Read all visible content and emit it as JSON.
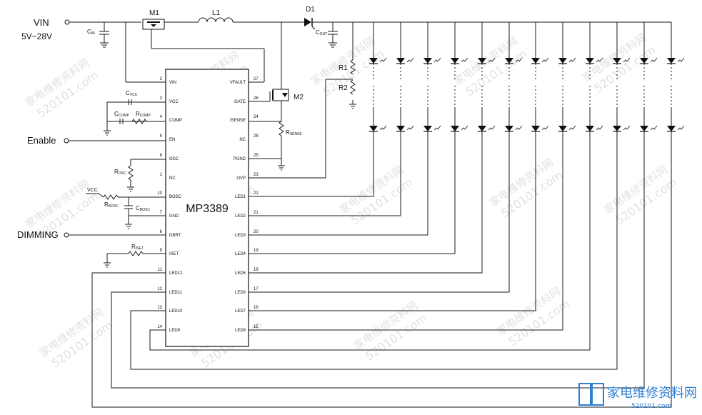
{
  "vin": {
    "label": "VIN",
    "range": "5V~28V"
  },
  "components": {
    "m1": "M1",
    "l1": "L1",
    "d1": "D1",
    "m2": "M2",
    "cin": "C",
    "cin_sub": "IN",
    "cout": "C",
    "cout_sub": "OUT",
    "r1": "R1",
    "r2": "R2",
    "cvcc": "C",
    "cvcc_sub": "VCC",
    "ccomp": "C",
    "ccomp_sub": "COMP",
    "rcomp": "R",
    "rcomp_sub": "COMP",
    "rsense": "R",
    "rsense_sub": "SENSE",
    "rosc": "R",
    "rosc_sub": "OSC",
    "vcc_label": "VCC",
    "rbosc": "R",
    "rbosc_sub": "BOSC",
    "cbosc": "C",
    "cbosc_sub": "BOSC",
    "riset": "R",
    "riset_sub": "ISET"
  },
  "inputs": {
    "enable": "Enable",
    "dimming": "DIMMING"
  },
  "chip": {
    "name": "MP3389",
    "left_pins": [
      {
        "num": "2",
        "name": "VIN"
      },
      {
        "num": "3",
        "name": "VCC"
      },
      {
        "num": "4",
        "name": "COMP"
      },
      {
        "num": "5",
        "name": "EN"
      },
      {
        "num": "8",
        "name": "OSC"
      },
      {
        "num": "1",
        "name": "NC"
      },
      {
        "num": "10",
        "name": "BOSC"
      },
      {
        "num": "7",
        "name": "GND"
      },
      {
        "num": "6",
        "name": "DBRT"
      },
      {
        "num": "9",
        "name": "ISET"
      },
      {
        "num": "11",
        "name": "LED12"
      },
      {
        "num": "12",
        "name": "LED11"
      },
      {
        "num": "13",
        "name": "LED10"
      },
      {
        "num": "14",
        "name": "LED9"
      }
    ],
    "right_pins": [
      {
        "num": "27",
        "name": "VFAULT"
      },
      {
        "num": "26",
        "name": "GATE"
      },
      {
        "num": "24",
        "name": "ISENSE"
      },
      {
        "num": "28",
        "name": "NC"
      },
      {
        "num": "25",
        "name": "PGND"
      },
      {
        "num": "23",
        "name": "OVP"
      },
      {
        "num": "22",
        "name": "LED1"
      },
      {
        "num": "21",
        "name": "LED2"
      },
      {
        "num": "20",
        "name": "LED3"
      },
      {
        "num": "19",
        "name": "LED4"
      },
      {
        "num": "18",
        "name": "LED5"
      },
      {
        "num": "17",
        "name": "LED6"
      },
      {
        "num": "16",
        "name": "LED7"
      },
      {
        "num": "15",
        "name": "LED8"
      }
    ]
  },
  "watermark": {
    "text": "家电维修资料网",
    "url": "520101.com"
  },
  "logo": {
    "text": "家电维修资料网",
    "url": "520101.com"
  }
}
